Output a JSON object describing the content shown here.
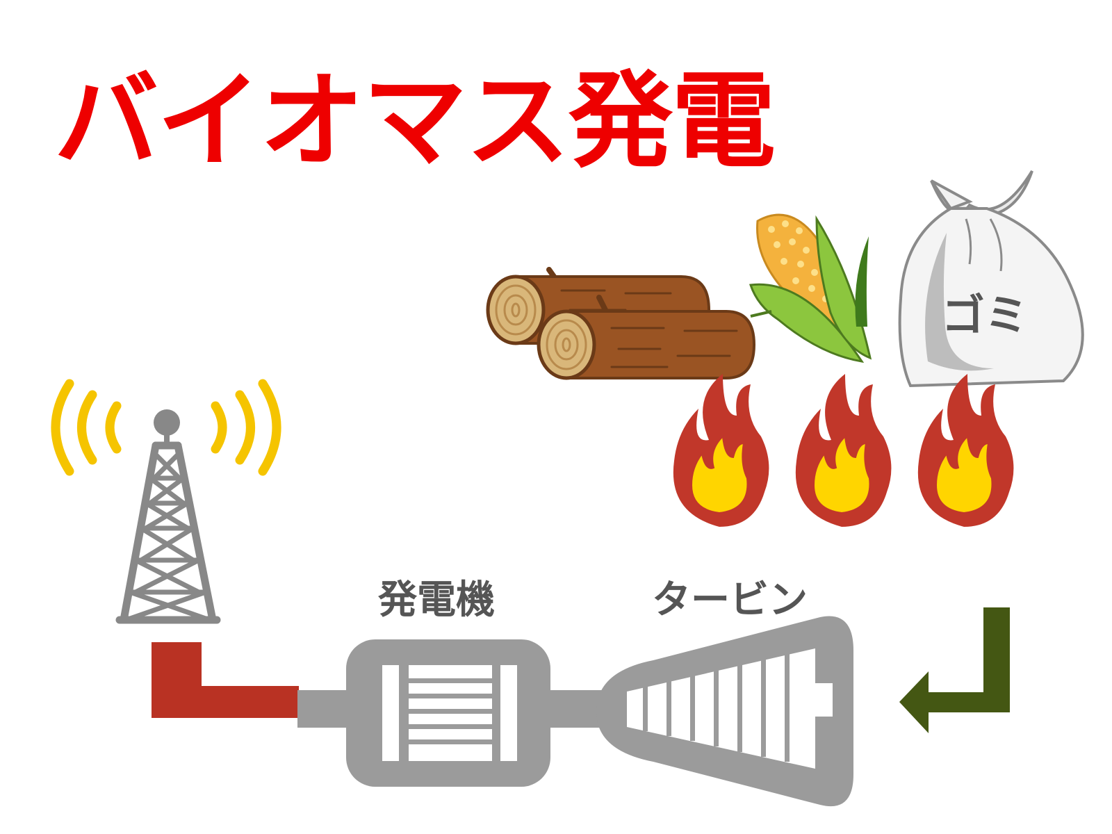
{
  "title": "バイオマス発電",
  "labels": {
    "generator": "発電機",
    "turbine": "タービン",
    "garbage": "ゴミ"
  },
  "icons": [
    "radio-tower-icon",
    "log-icon",
    "corn-icon",
    "garbage-bag-icon",
    "fire-icon",
    "generator-icon",
    "turbine-icon",
    "return-arrow-icon"
  ],
  "colors": {
    "title": "#ee0000",
    "signal": "#f5c400",
    "tower": "#888888",
    "machine": "#9b9b9b",
    "power_line": "#b93223",
    "steam_arrow": "#445713",
    "flame_outer": "#c1372a",
    "flame_inner": "#ffd500",
    "wood": "#9a5423",
    "corn_kernel": "#f4b23d",
    "corn_leaf": "#8cc63e"
  }
}
